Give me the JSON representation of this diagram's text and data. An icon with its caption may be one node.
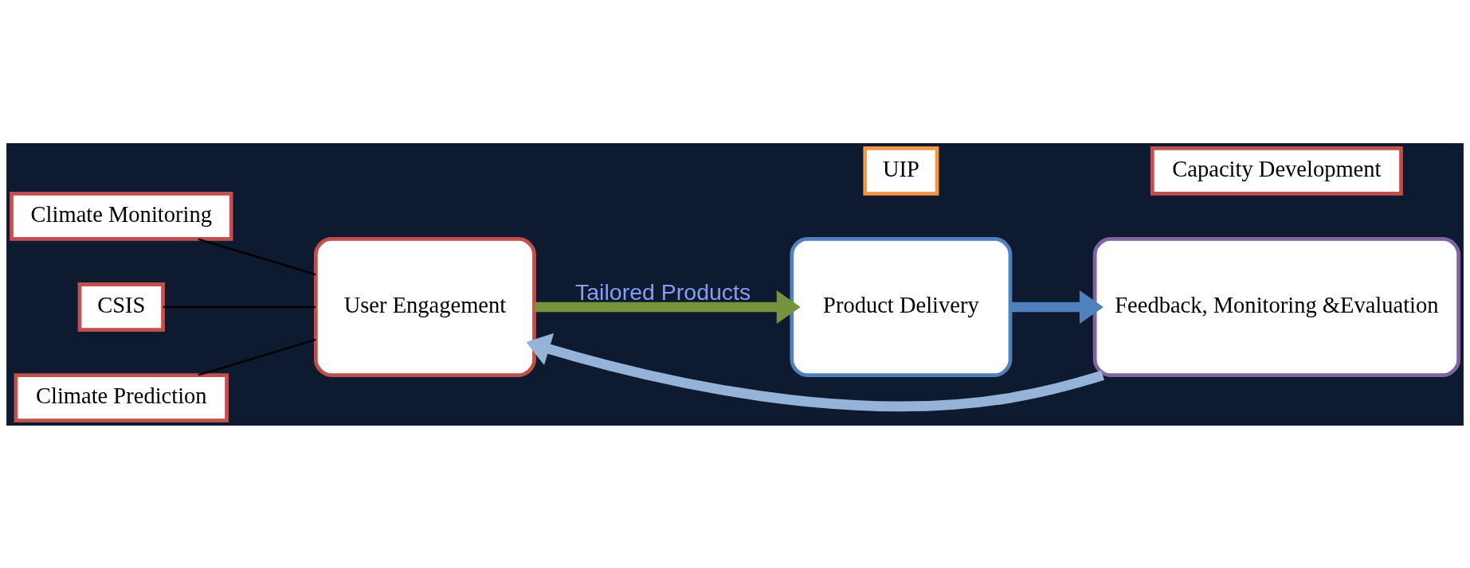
{
  "diagram": {
    "nodes": [
      {
        "text": [
          "Climate Monitoring"
        ]
      },
      {
        "text": [
          "CSIS"
        ]
      },
      {
        "text": [
          "Climate Prediction"
        ]
      },
      {
        "text": [
          "User Engagement"
        ]
      },
      {
        "text": [
          "Product Delivery"
        ]
      },
      {
        "text": [
          "Feedback, Monitoring &Evaluation"
        ]
      },
      {
        "text": [
          "UIP"
        ]
      },
      {
        "text": [
          "Capacity Development"
        ]
      }
    ],
    "edges": [
      {
        "from": 0,
        "to": 3,
        "arrow": "none"
      },
      {
        "from": 1,
        "to": 3,
        "arrow": "none"
      },
      {
        "from": 2,
        "to": 3,
        "arrow": "none"
      },
      {
        "from": 3,
        "to": 4,
        "arrow": "to",
        "label": "Tailored Products",
        "style": "thick",
        "color": "#77933c"
      },
      {
        "from": 4,
        "to": 5,
        "arrow": "to",
        "style": "thick",
        "color": "#4f81bd"
      },
      {
        "from": 5,
        "to": 3,
        "arrow": "to",
        "style": "thick",
        "color": "#95b3d7"
      }
    ]
  }
}
